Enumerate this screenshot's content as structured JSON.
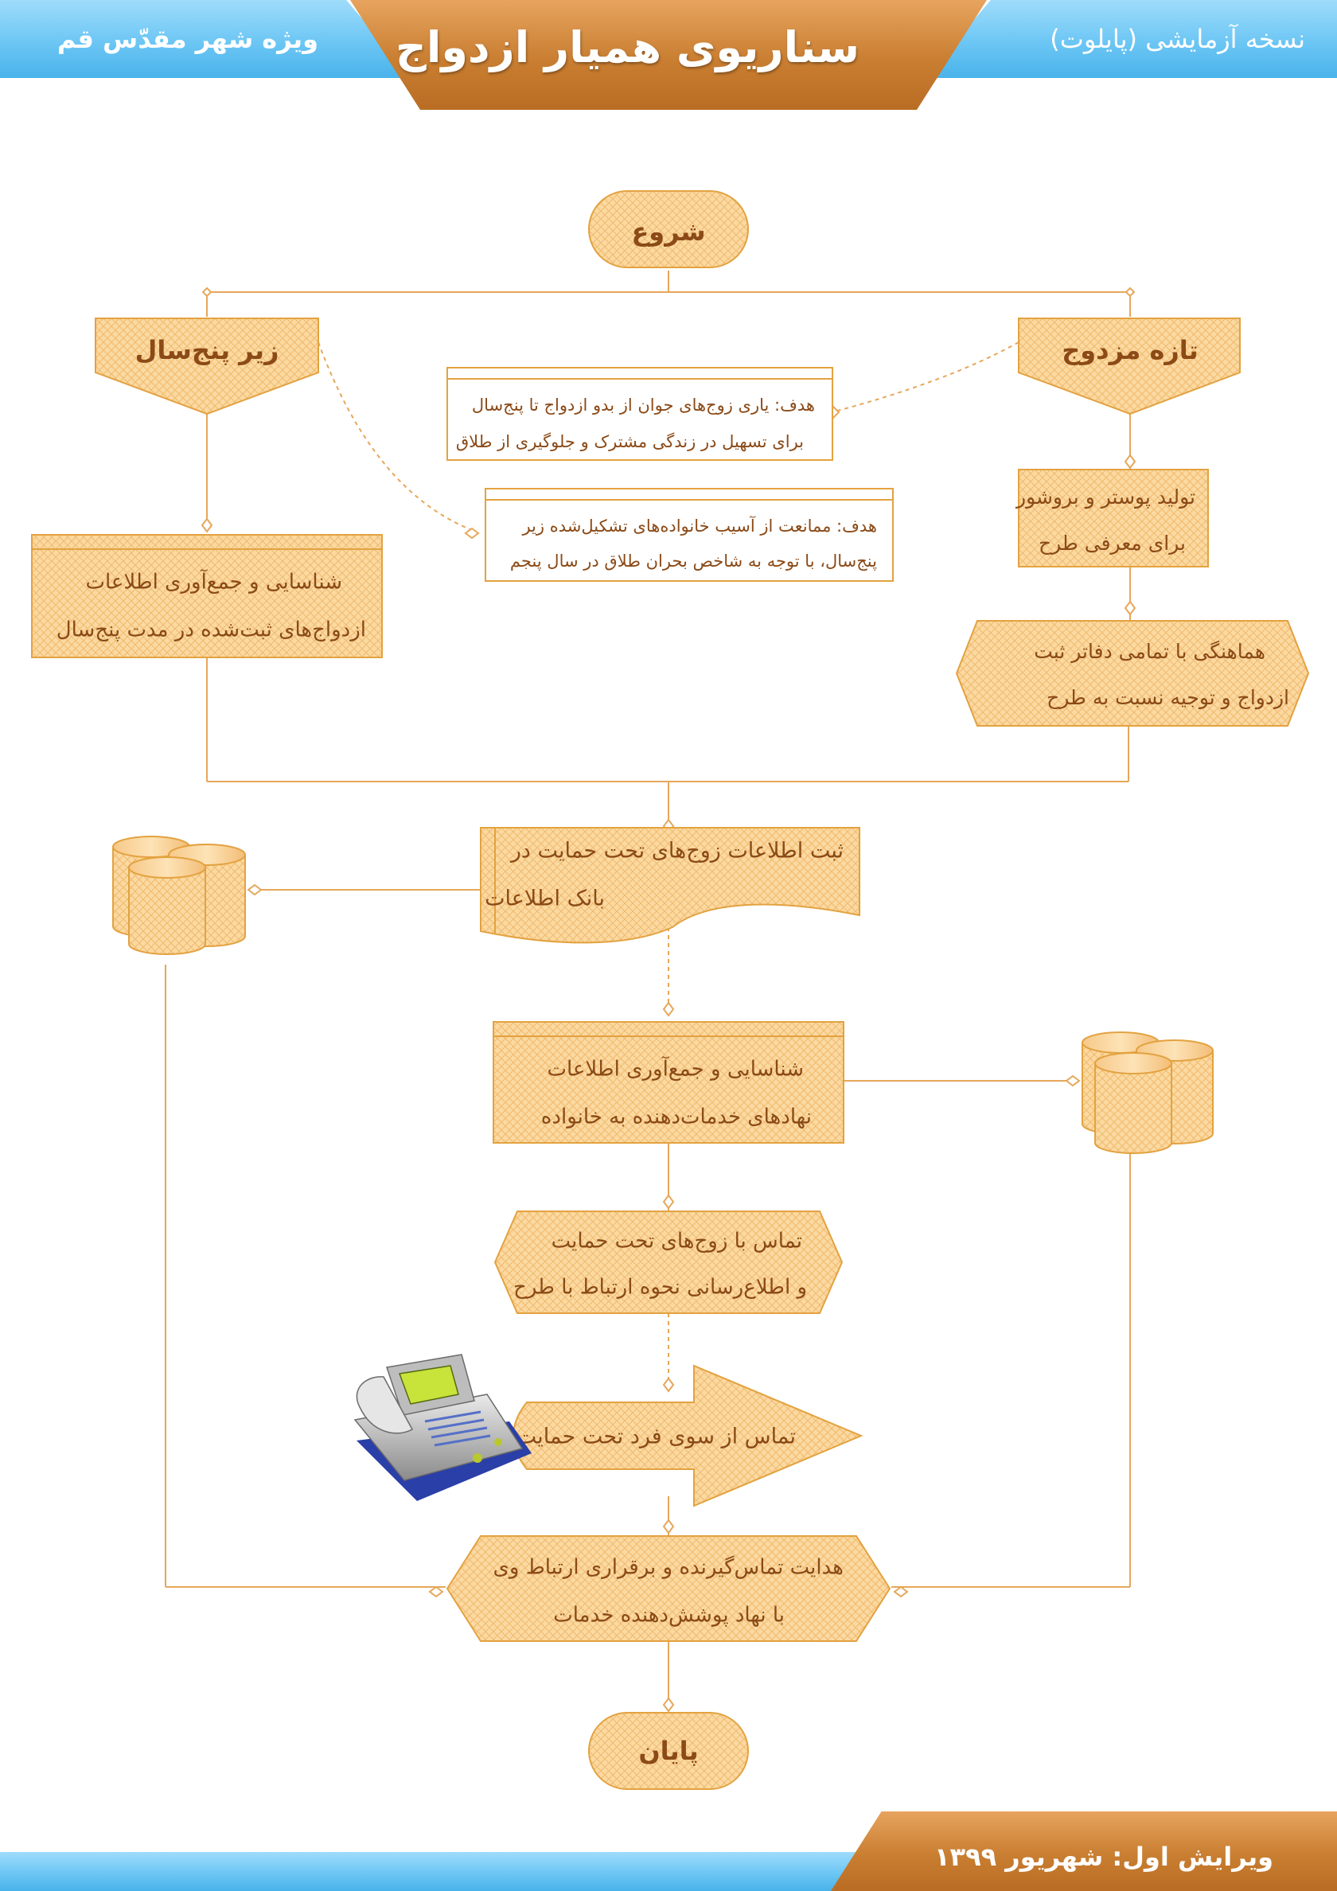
{
  "header": {
    "title": "سناریوی همیار ازدواج",
    "left_tag": "ویژه شهر مقدّس قم",
    "right_tag": "نسخه آزمایشی (پایلوت)"
  },
  "footer": {
    "edition": "ویرایش اول: شهریور ۱۳۹۹"
  },
  "flow": {
    "start": "شروع",
    "end": "پایان",
    "branch_newlywed": "تازه مزدوج",
    "branch_under_five": "زیر پنج‌سال",
    "goal_newlywed": [
      "هدف: یاری زوج‌های جوان از بدو ازدواج تا پنج‌سال",
      "برای تسهیل در زندگی مشترک و جلوگیری از طلاق"
    ],
    "goal_under_five": [
      "هدف: ممانعت از آسیب خانواده‌های تشکیل‌شده زیر",
      "پنج‌سال، با توجه به شاخص بحران طلاق در سال پنجم"
    ],
    "poster": [
      "تولید پوستر و بروشور",
      "برای معرفی طرح"
    ],
    "coordination": [
      "هماهنگی با تمامی دفاتر ثبت",
      "ازدواج و توجیه نسبت به طرح"
    ],
    "identify_marriages": [
      "شناسایی و جمع‌آوری اطلاعات",
      "ازدواج‌های ثبت‌شده در مدت پنج‌سال"
    ],
    "register": [
      "ثبت اطلاعات زوج‌های تحت حمایت در",
      "بانک اطلاعات"
    ],
    "identify_services": [
      "شناسایی و جمع‌آوری اطلاعات",
      "نهادهای خدمات‌دهنده به خانواده"
    ],
    "contact_couples": [
      "تماس با زوج‌های تحت حمایت",
      "و اطلاع‌رسانی نحوه ارتباط با طرح"
    ],
    "incoming_call": "تماس از سوی فرد تحت حمایت",
    "route_call": [
      "هدایت تماس‌گیرنده و برقراری ارتباط وی",
      "با نهاد پوشش‌دهنده خدمات"
    ]
  },
  "colors": {
    "shape_fill": "#fbd9a1",
    "shape_stroke": "#e3a240",
    "text": "#8b4a17",
    "connector": "#e6a75a",
    "header_orange": "#c97e31",
    "header_blue": "#6cc6f4"
  }
}
